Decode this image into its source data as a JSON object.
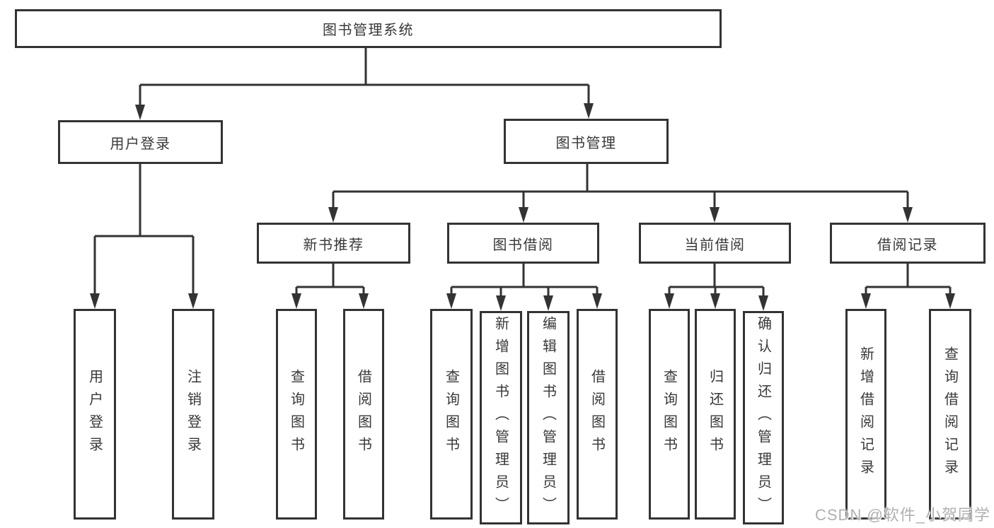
{
  "diagram_title": "图书管理系统",
  "watermark": "CSDN @软件_小贺同学",
  "colors": {
    "line": "#333333",
    "text": "#383838",
    "background": "#ffffff",
    "watermark": "#b0b0b0"
  },
  "tree": {
    "label": "图书管理系统",
    "children": [
      {
        "label": "用户登录",
        "children": [
          {
            "label": "用户登录"
          },
          {
            "label": "注销登录"
          }
        ]
      },
      {
        "label": "图书管理",
        "children": [
          {
            "label": "新书推荐",
            "children": [
              {
                "label": "查询图书"
              },
              {
                "label": "借阅图书"
              }
            ]
          },
          {
            "label": "图书借阅",
            "children": [
              {
                "label": "查询图书"
              },
              {
                "label": "新增图书（管理员）"
              },
              {
                "label": "编辑图书（管理员）"
              },
              {
                "label": "借阅图书"
              }
            ]
          },
          {
            "label": "当前借阅",
            "children": [
              {
                "label": "查询图书"
              },
              {
                "label": "归还图书"
              },
              {
                "label": "确认归还（管理员）"
              }
            ]
          },
          {
            "label": "借阅记录",
            "children": [
              {
                "label": "新增借阅记录"
              },
              {
                "label": "查询借阅记录"
              }
            ]
          }
        ]
      }
    ]
  }
}
